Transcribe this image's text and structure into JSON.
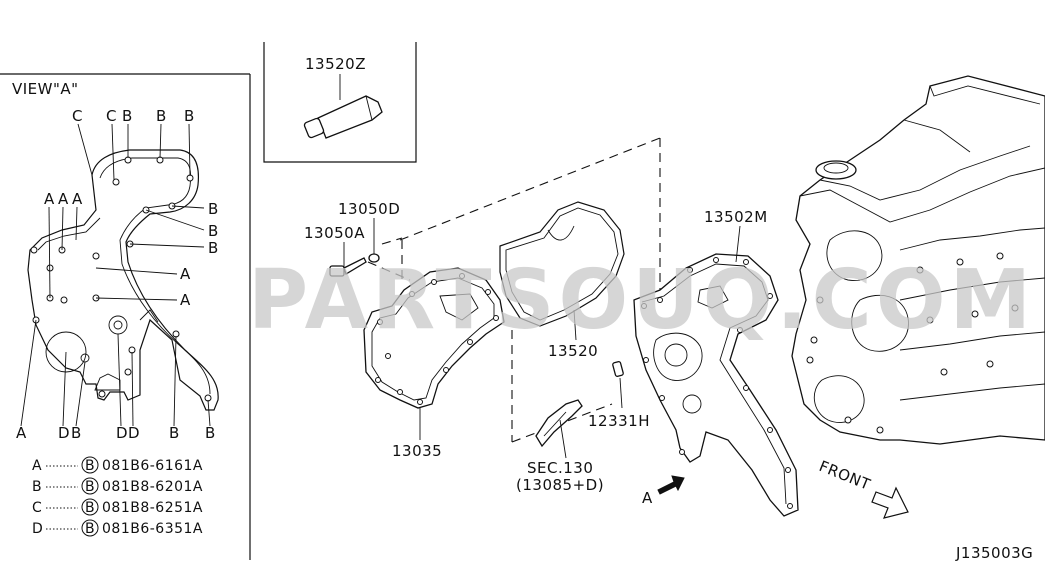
{
  "view_panel": {
    "title": "VIEW\"A\"",
    "top_labels": [
      "C",
      "C",
      "B",
      "B",
      "B"
    ],
    "left_labels": [
      "A",
      "A",
      "A"
    ],
    "right_labels": [
      "B",
      "B",
      "B",
      "A",
      "A"
    ],
    "bottom_labels": [
      "A",
      "D",
      "B",
      "D",
      "D",
      "B",
      "B"
    ]
  },
  "legend": {
    "rows": [
      {
        "key": "A",
        "circle": "B",
        "part": "081B6-6161A"
      },
      {
        "key": "B",
        "circle": "B",
        "part": "081B8-6201A"
      },
      {
        "key": "C",
        "circle": "B",
        "part": "081B8-6251A"
      },
      {
        "key": "D",
        "circle": "B",
        "part": "081B6-6351A"
      }
    ]
  },
  "callouts": {
    "sealant": "13520Z",
    "bolt_upper": "13050D",
    "bolt_lower": "13050A",
    "gasket": "13520",
    "front_cover": "13035",
    "rear_cover": "13502M",
    "pin": "12331H",
    "sec_ref": "SEC.130",
    "sec_ref_sub": "(13085+D)",
    "arrow_a": "A",
    "front": "FRONT"
  },
  "watermark": "PARTSOUQ.COM",
  "diagram_code": "J135003G"
}
